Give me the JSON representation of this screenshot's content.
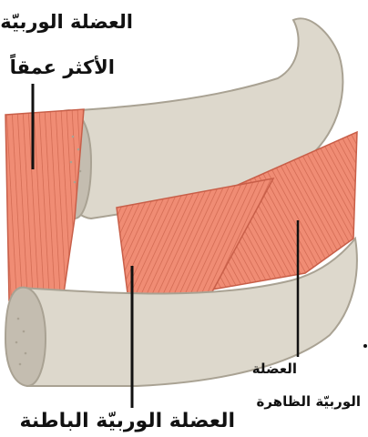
{
  "labels": {
    "innermost_line1": "العضلة الوربيّة",
    "innermost_line2": "الأكثر عمقاً",
    "external_line1": "العضلة",
    "external_line2": "الوربيّة الظاهرة",
    "internal": "العضلة الوربيّة الباطنة"
  },
  "colors": {
    "bone": "#ddd8cc",
    "bone_edge": "#a9a293",
    "bone_shadow": "#c4bdb0",
    "muscle": "#f08c74",
    "muscle_dark": "#c85f49",
    "line": "#111111"
  }
}
